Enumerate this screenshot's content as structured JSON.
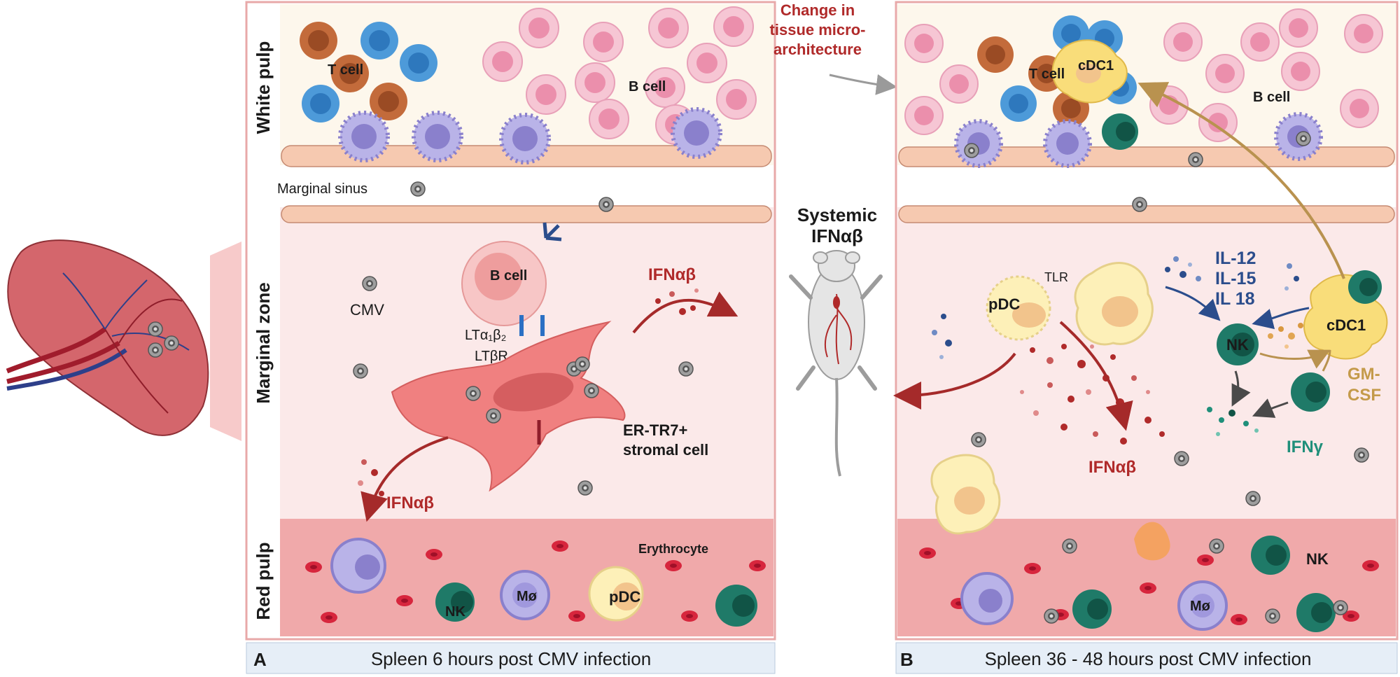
{
  "panel_a": {
    "caption_letter": "A",
    "caption": "Spleen 6 hours post CMV infection",
    "region_white_pulp": "White pulp",
    "region_marginal_zone": "Marginal zone",
    "region_red_pulp": "Red pulp",
    "label_t_cell": "T cell",
    "label_b_cell_wp": "B cell",
    "label_marginal_sinus": "Marginal sinus",
    "label_b_cell_mz": "B cell",
    "label_cmv": "CMV",
    "label_lta": "LTα₁β₂",
    "label_ltbr": "LTβR",
    "label_ifn_top": "IFNαβ",
    "label_ifn_bottom": "IFNαβ",
    "label_stromal_1": "ER-TR7+",
    "label_stromal_2": "stromal cell",
    "label_erythrocyte": "Erythrocyte",
    "label_nk": "NK",
    "label_mo": "Mø",
    "label_pdc": "pDC"
  },
  "middle": {
    "change_1": "Change in",
    "change_2": "tissue micro-",
    "change_3": "architecture",
    "systemic_1": "Systemic",
    "systemic_2": "IFNαβ"
  },
  "panel_b": {
    "caption_letter": "B",
    "caption": "Spleen 36 - 48 hours post CMV infection",
    "label_t_cell": "T cell",
    "label_cdc1_top": "cDC1",
    "label_b_cell": "B cell",
    "label_pdc": "pDC",
    "label_tlr": "TLR",
    "label_il12": "IL-12",
    "label_il15": "IL-15",
    "label_il18": "IL 18",
    "label_cdc1": "cDC1",
    "label_nk": "NK",
    "label_gm1": "GM-",
    "label_gm2": "CSF",
    "label_ifng": "IFNγ",
    "label_ifnab": "IFNαβ",
    "label_nk_red": "NK",
    "label_mo": "Mø"
  },
  "colors": {
    "white_pulp": "#fdf7ec",
    "marginal_zone": "#fbe6e6",
    "red_pulp": "#f0a9aa",
    "panel_border": "#e8a9a9",
    "dark_red": "#b02a2a",
    "caption_bg": "#e6eef7"
  }
}
